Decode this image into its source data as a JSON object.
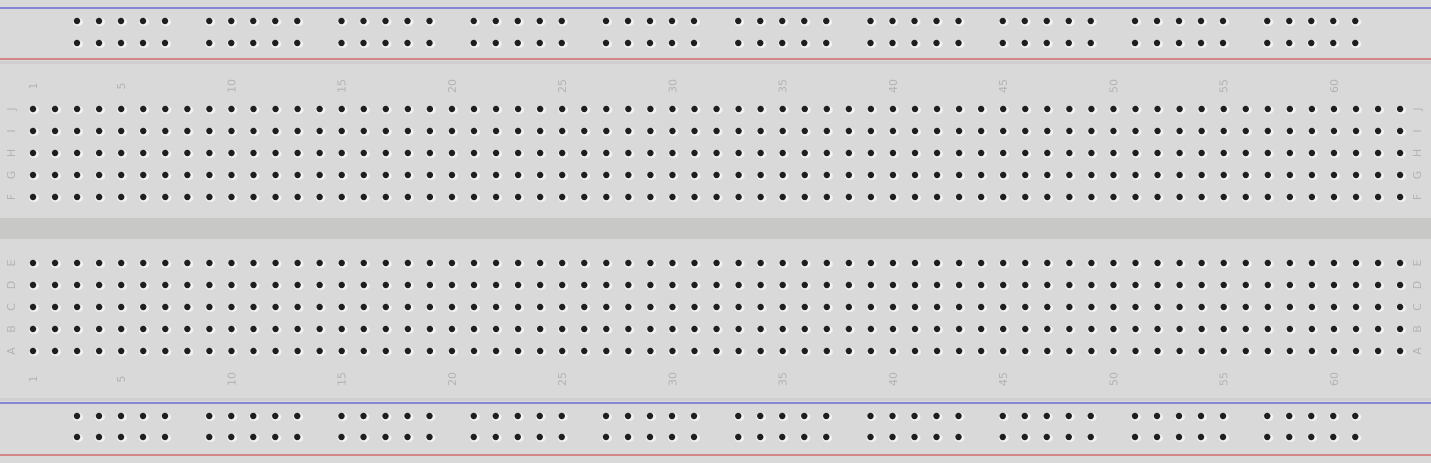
{
  "breadboard": {
    "columns": 63,
    "column_number_labels": [
      "1",
      "5",
      "10",
      "15",
      "20",
      "25",
      "30",
      "35",
      "40",
      "45",
      "50",
      "55",
      "60"
    ],
    "top_row_letters": [
      "J",
      "I",
      "H",
      "G",
      "F"
    ],
    "bottom_row_letters": [
      "E",
      "D",
      "C",
      "B",
      "A"
    ],
    "rail_groups": 10,
    "holes_per_rail_group": 5,
    "rail_colors": {
      "negative": "#3333cc",
      "positive": "#cc3333"
    },
    "board_color": "#d9d9d9",
    "channel_color": "#c8c8c6"
  }
}
